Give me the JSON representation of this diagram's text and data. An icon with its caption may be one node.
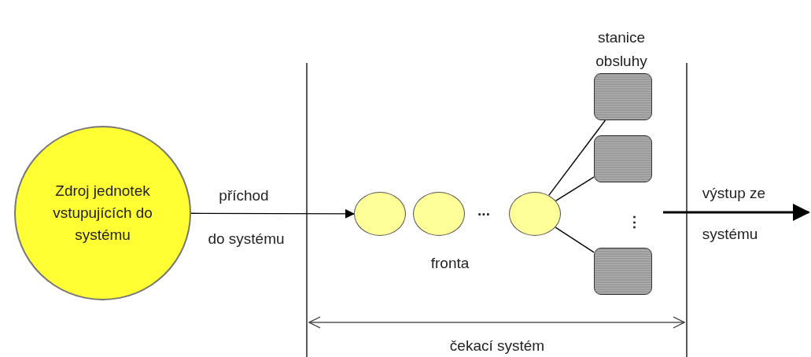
{
  "diagram": {
    "nodes": [
      {
        "text": [
          "Zdroj jednotek vstupujících do systému"
        ]
      },
      {
        "text": [],
        "shape": "circle"
      },
      {
        "text": [],
        "shape": "circle"
      },
      {
        "text": [],
        "shape": "circle"
      },
      {
        "text": [],
        "shape": "box"
      },
      {
        "text": [],
        "shape": "box"
      },
      {
        "text": [],
        "shape": "box"
      }
    ],
    "edges": [
      {
        "from": 0,
        "to": 1,
        "arrow": "to"
      },
      {
        "from": 3,
        "to": 4,
        "arrow": "none"
      },
      {
        "from": 3,
        "to": 5,
        "arrow": "none"
      },
      {
        "from": 3,
        "to": 6,
        "arrow": "none"
      }
    ],
    "labels": [
      "stanice obsluhy",
      "příchod",
      "do systému",
      "...",
      "⋮",
      "výstup ze",
      "systému",
      "fronta",
      "čekací systém"
    ]
  }
}
